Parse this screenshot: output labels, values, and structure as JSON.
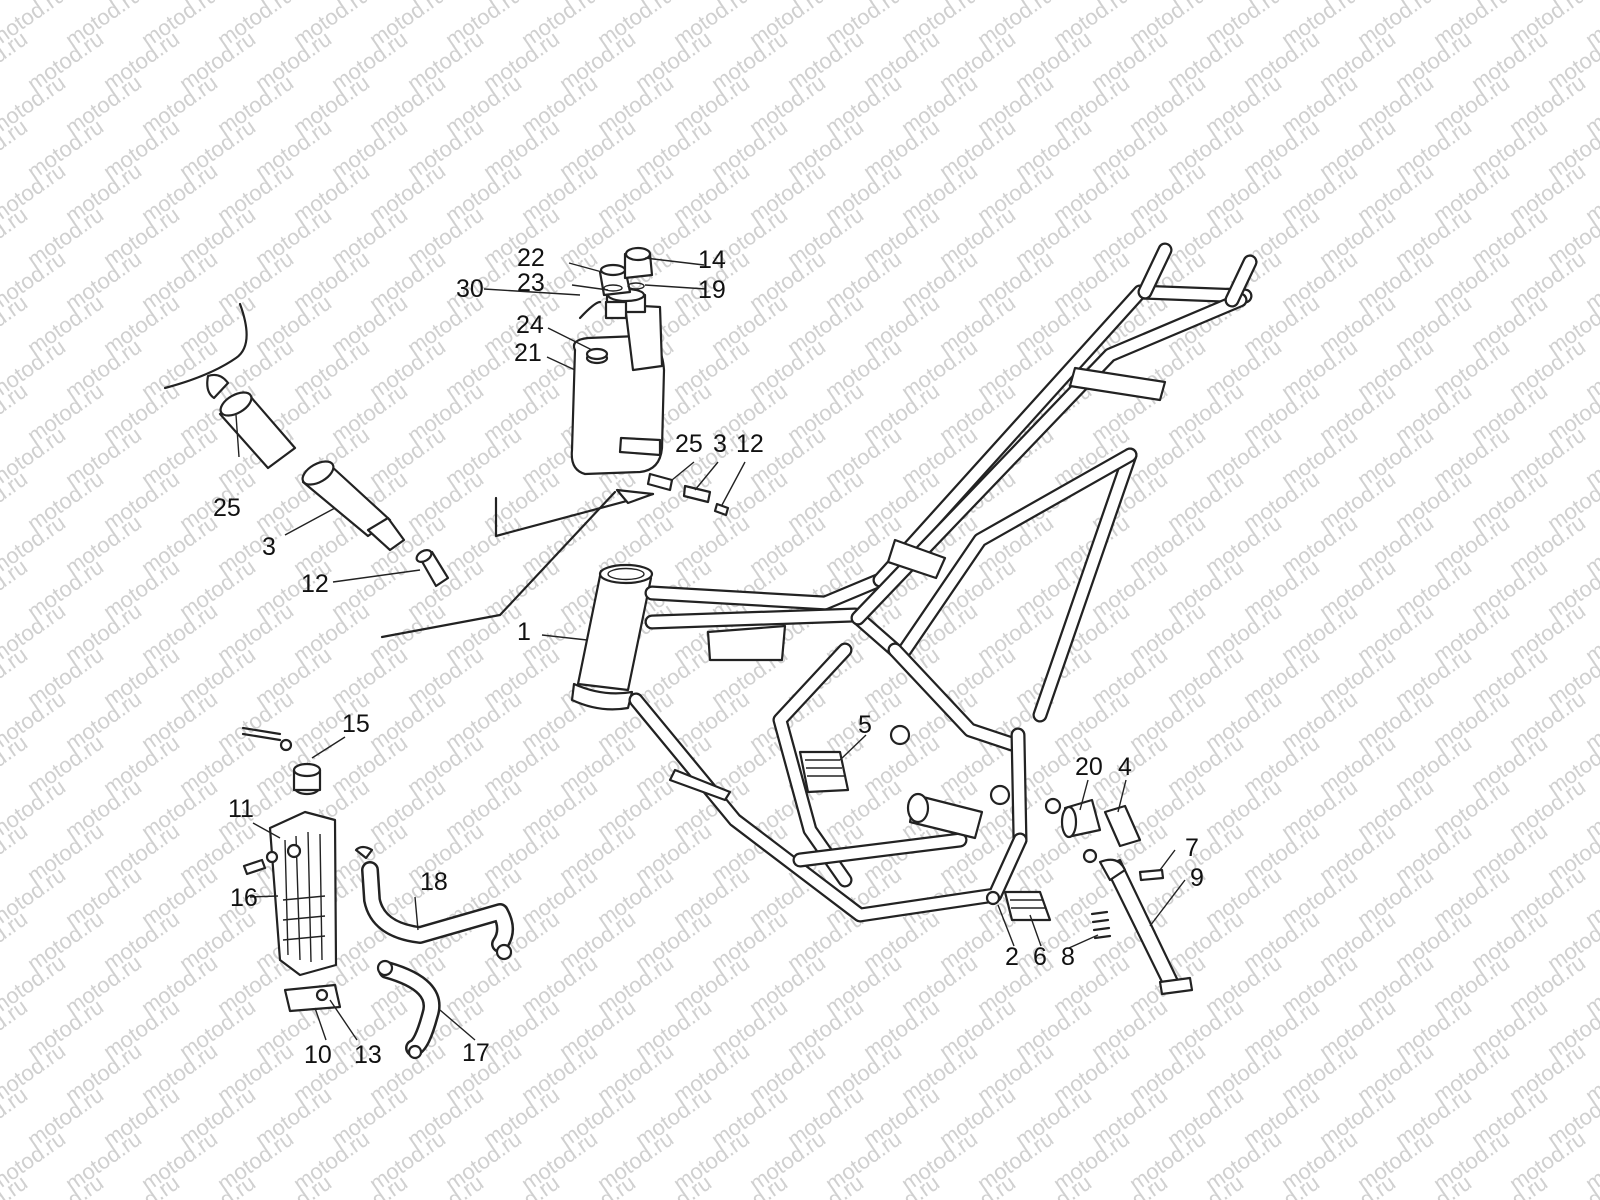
{
  "watermark": "motod.ru",
  "callouts": [
    {
      "id": "c1",
      "text": "1"
    },
    {
      "id": "c2",
      "text": "2"
    },
    {
      "id": "c3a",
      "text": "3"
    },
    {
      "id": "c3b",
      "text": "3"
    },
    {
      "id": "c4",
      "text": "4"
    },
    {
      "id": "c5",
      "text": "5"
    },
    {
      "id": "c6",
      "text": "6"
    },
    {
      "id": "c7",
      "text": "7"
    },
    {
      "id": "c8",
      "text": "8"
    },
    {
      "id": "c9",
      "text": "9"
    },
    {
      "id": "c10",
      "text": "10"
    },
    {
      "id": "c11",
      "text": "11"
    },
    {
      "id": "c12a",
      "text": "12"
    },
    {
      "id": "c12b",
      "text": "12"
    },
    {
      "id": "c13",
      "text": "13"
    },
    {
      "id": "c14",
      "text": "14"
    },
    {
      "id": "c15",
      "text": "15"
    },
    {
      "id": "c16",
      "text": "16"
    },
    {
      "id": "c17",
      "text": "17"
    },
    {
      "id": "c18",
      "text": "18"
    },
    {
      "id": "c19",
      "text": "19"
    },
    {
      "id": "c20",
      "text": "20"
    },
    {
      "id": "c21",
      "text": "21"
    },
    {
      "id": "c22",
      "text": "22"
    },
    {
      "id": "c23",
      "text": "23"
    },
    {
      "id": "c24",
      "text": "24"
    },
    {
      "id": "c25a",
      "text": "25"
    },
    {
      "id": "c25b",
      "text": "25"
    },
    {
      "id": "c30",
      "text": "30"
    }
  ]
}
